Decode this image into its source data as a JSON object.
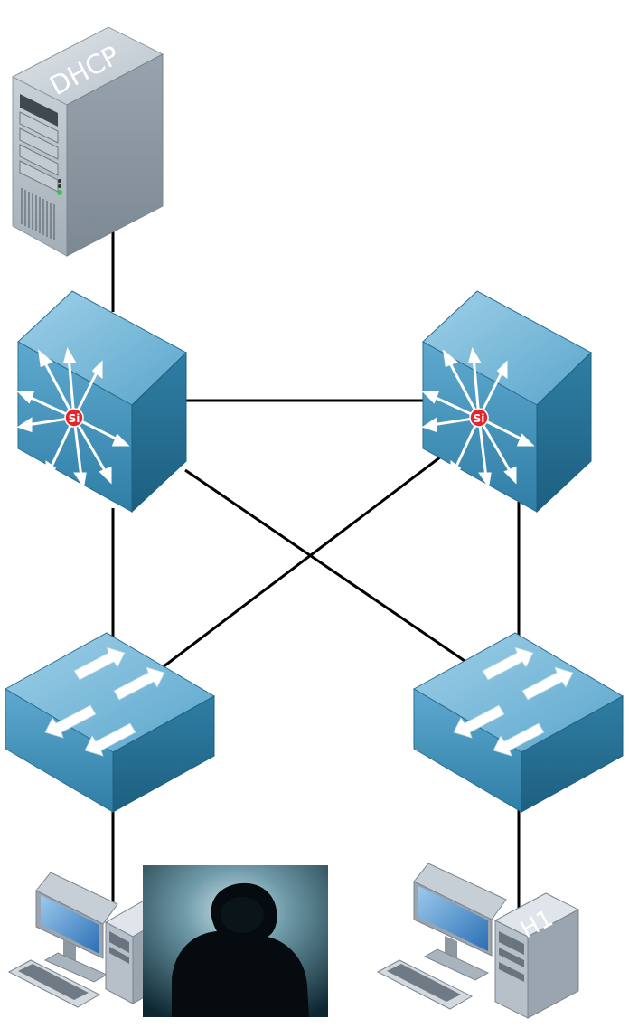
{
  "diagram": {
    "nodes": [
      {
        "id": "dhcp-server",
        "type": "server",
        "label": "DHCP"
      },
      {
        "id": "multilayer-switch-left",
        "type": "multilayer-switch",
        "label": ""
      },
      {
        "id": "multilayer-switch-right",
        "type": "multilayer-switch",
        "label": ""
      },
      {
        "id": "access-switch-left",
        "type": "switch",
        "label": ""
      },
      {
        "id": "access-switch-right",
        "type": "switch",
        "label": ""
      },
      {
        "id": "attacker-pc",
        "type": "workstation",
        "label": ""
      },
      {
        "id": "host-h1",
        "type": "workstation",
        "label": "H1"
      }
    ],
    "edges": [
      {
        "from": "dhcp-server",
        "to": "multilayer-switch-left"
      },
      {
        "from": "multilayer-switch-left",
        "to": "multilayer-switch-right"
      },
      {
        "from": "multilayer-switch-left",
        "to": "access-switch-left"
      },
      {
        "from": "multilayer-switch-left",
        "to": "access-switch-right"
      },
      {
        "from": "multilayer-switch-right",
        "to": "access-switch-left"
      },
      {
        "from": "multilayer-switch-right",
        "to": "access-switch-right"
      },
      {
        "from": "access-switch-left",
        "to": "attacker-pc"
      },
      {
        "from": "access-switch-right",
        "to": "host-h1"
      }
    ],
    "icons": {
      "server": "server-tower-icon",
      "multilayer_switch": "multilayer-switch-icon",
      "switch": "workgroup-switch-icon",
      "workstation": "desktop-computer-icon",
      "hacker": "hooded-hacker-icon"
    },
    "multilayer_switch_badge": "Si",
    "colors": {
      "link": "#000000",
      "server_body": "#a7b1ba",
      "switch_blue": "#3f8db5",
      "badge_red": "#e8242b"
    }
  }
}
